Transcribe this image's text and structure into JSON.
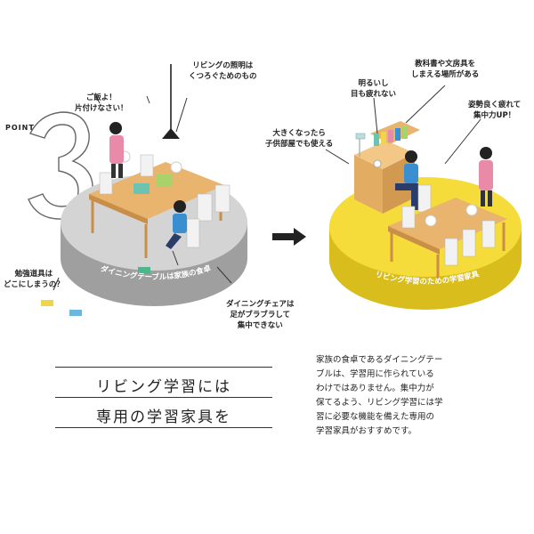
{
  "point": {
    "label": "POINT",
    "number": "3"
  },
  "notes": {
    "living_light": "リビングの照明は\nくつろぐためのもの",
    "mom_call": "ご飯よ！\n片付けなさい！",
    "study_tools": "勉強道具は\nどこにしまうの？",
    "dining_chair": "ダイニングチェアは\n足がブラブラして\n集中できない",
    "bright_light": "明るいし\n目も疲れない",
    "storage": "教科書や文房具を\nしまえる場所がある",
    "grow": "大きくなったら\n子供部屋でも使える",
    "posture": "姿勢良く疲れて\n集中力UP！"
  },
  "discs": {
    "left": "ダイニングテーブルは家族の食卓",
    "right": "リビング学習のための学習家具"
  },
  "headline": {
    "line1": "リビング学習には",
    "line2": "専用の学習家具を"
  },
  "body": "家族の食卓であるダイニングテー\nブルは、学習用に作られている\nわけではありません。集中力が\n保てるよう、リビング学習には学\n習に必要な機能を備えた専用の\n学習家具がおすすめです。",
  "colors": {
    "gray_disc": "#cfcfcf",
    "yellow_disc": "#f6dc3a",
    "wood": "#e9b46e",
    "accent_pink": "#e98aa8",
    "shirt_blue": "#3a8fd0"
  },
  "icons": [
    "ceiling-lamp-icon",
    "desk-lamp-icon",
    "arrow-right-icon"
  ]
}
